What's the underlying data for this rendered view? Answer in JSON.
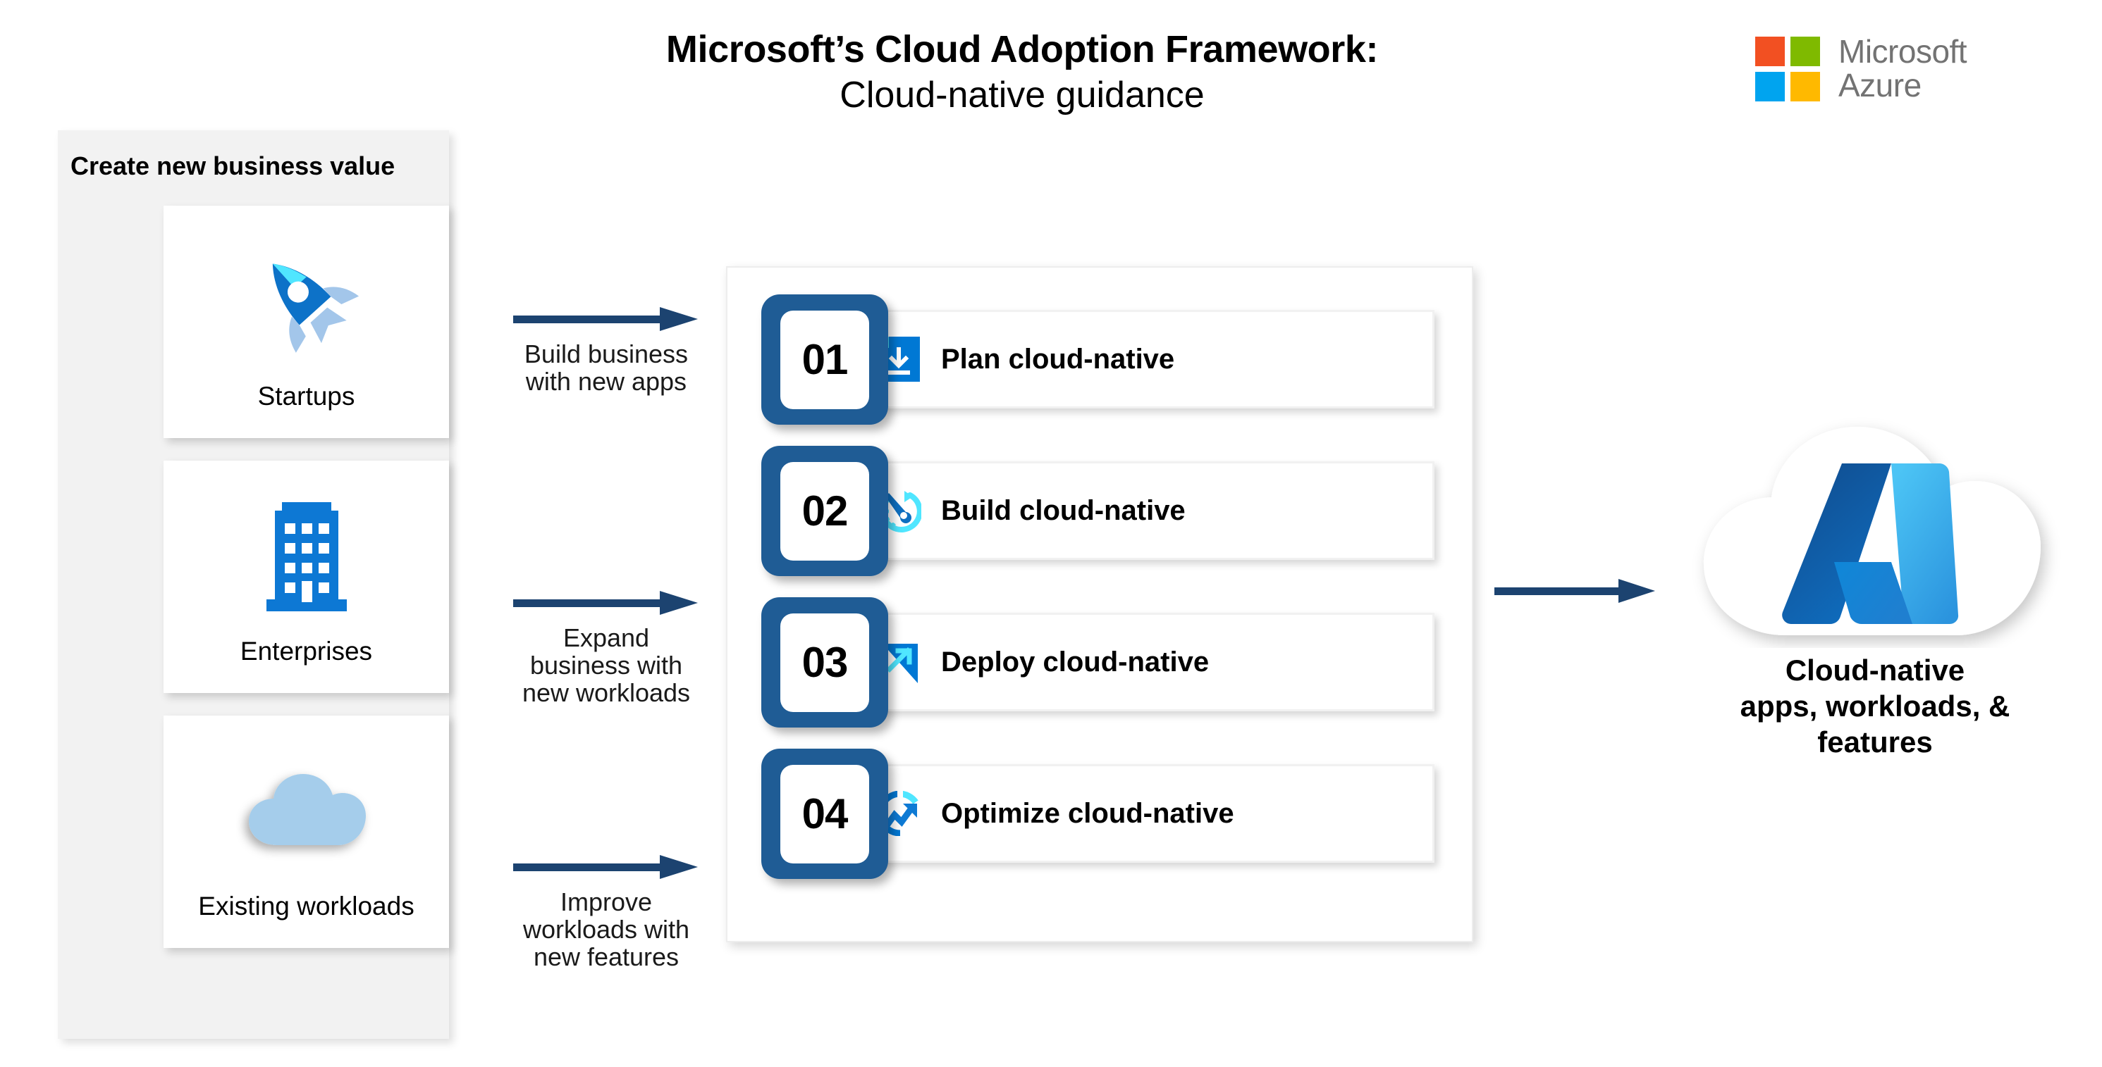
{
  "title": {
    "line1": "Microsoft’s Cloud Adoption Framework:",
    "line2": "Cloud-native guidance"
  },
  "brand": {
    "name_line1": "Microsoft",
    "name_line2": "Azure",
    "colors": {
      "red": "#F25022",
      "green": "#7FBA00",
      "blue": "#00A4EF",
      "yellow": "#FFB900",
      "text": "#737373"
    }
  },
  "left_panel": {
    "title": "Create new business value",
    "background": "#F2F2F2",
    "personas": [
      {
        "icon": "rocket-icon",
        "label": "Startups"
      },
      {
        "icon": "office-building-icon",
        "label": "Enterprises"
      },
      {
        "icon": "cloud-icon",
        "label": "Existing workloads"
      }
    ]
  },
  "flows": [
    {
      "icon": "right-arrow-icon",
      "lines": [
        "Build business",
        "with new apps"
      ]
    },
    {
      "icon": "right-arrow-icon",
      "lines": [
        "Expand",
        "business with",
        "new workloads"
      ]
    },
    {
      "icon": "right-arrow-icon",
      "lines": [
        "Improve",
        "workloads with",
        "new features"
      ]
    }
  ],
  "steps_panel": {
    "badge_color": "#1F5C95",
    "steps": [
      {
        "number": "01",
        "icon": "document-download-icon",
        "label": "Plan cloud-native"
      },
      {
        "number": "02",
        "icon": "wrench-refresh-icon",
        "label": "Build cloud-native"
      },
      {
        "number": "03",
        "icon": "rocket-launch-arrow-icon",
        "label": "Deploy cloud-native"
      },
      {
        "number": "04",
        "icon": "trending-up-circle-icon",
        "label": "Optimize cloud-native"
      }
    ]
  },
  "outcome": {
    "icon": "azure-cloud-logo-icon",
    "arrow_icon": "right-arrow-icon",
    "label_lines": [
      "Cloud-native",
      "apps, workloads, &",
      "features"
    ],
    "label": "Cloud-native apps, workloads, & features"
  },
  "palette": {
    "azure_blue": "#0078D4",
    "azure_cyan": "#50E6FF",
    "arrow_navy": "#1C4370",
    "badge_blue": "#1F5C95",
    "panel_gray": "#F2F2F2"
  }
}
